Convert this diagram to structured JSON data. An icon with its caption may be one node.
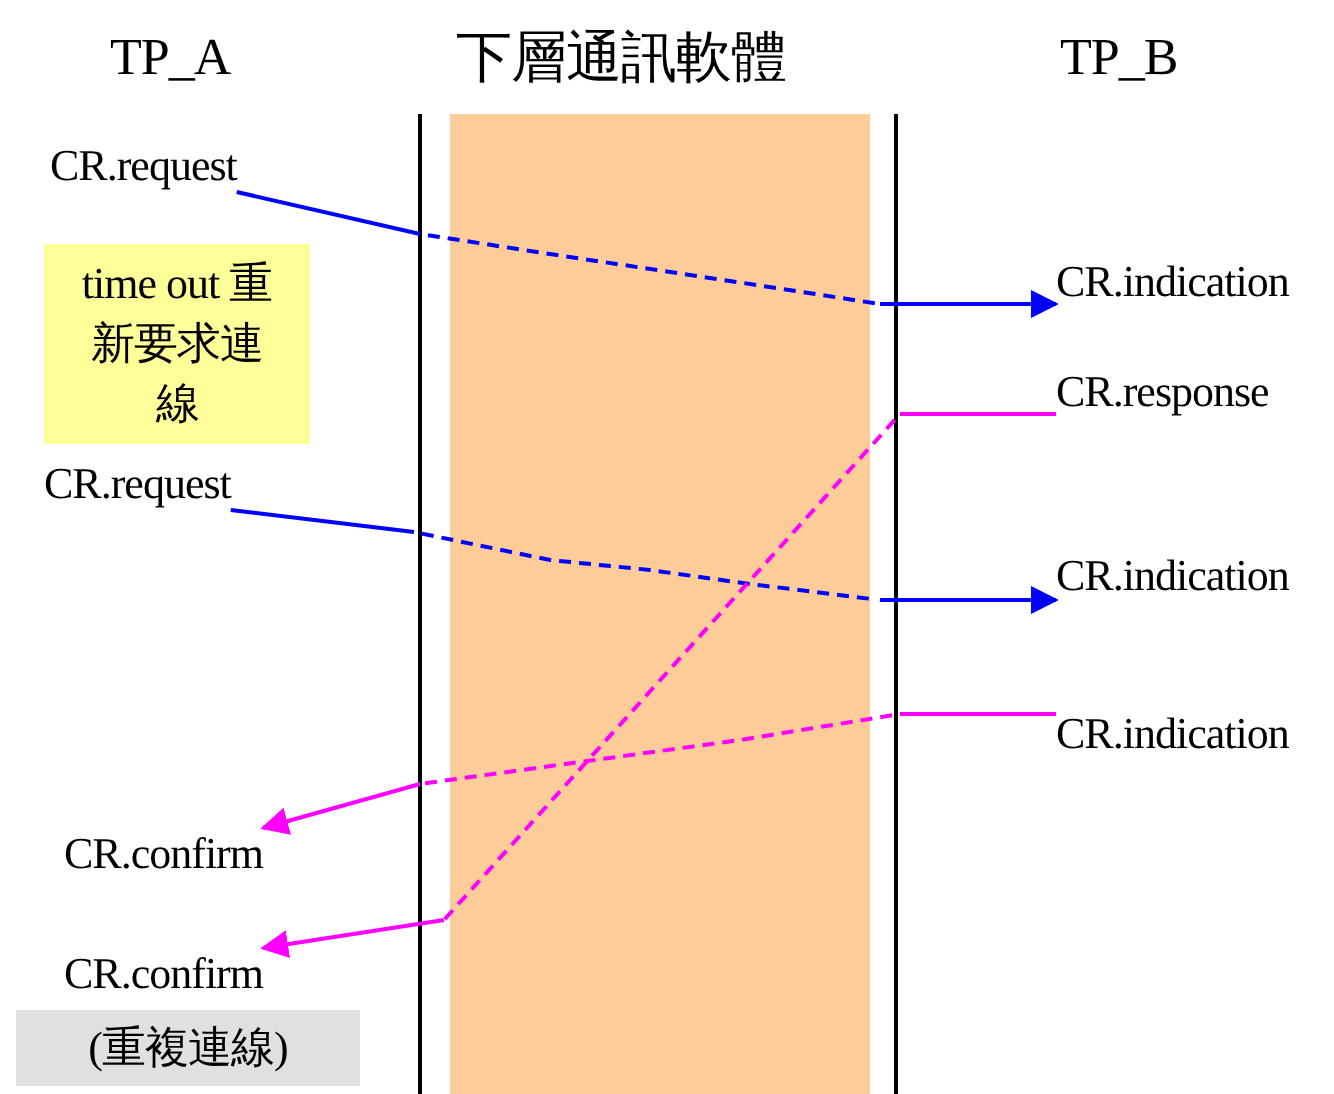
{
  "diagram": {
    "nodes": [
      {
        "text": [
          "CR.request"
        ]
      },
      {
        "text": [
          "time out 重新要求連線"
        ]
      },
      {
        "text": [
          "CR.indication"
        ]
      },
      {
        "text": [
          "CR.response"
        ]
      },
      {
        "text": [
          "CR.request"
        ]
      },
      {
        "text": [
          "CR.indication"
        ]
      },
      {
        "text": [
          "CR.indication"
        ]
      },
      {
        "text": [
          "CR.confirm"
        ]
      },
      {
        "text": [
          "CR.confirm"
        ]
      },
      {
        "text": [
          "(重複連線)"
        ]
      }
    ],
    "edges": [
      {
        "from": 0,
        "to": 2,
        "arrow": "to",
        "color": "#0000ff"
      },
      {
        "from": 4,
        "to": 5,
        "arrow": "to",
        "color": "#0000ff"
      },
      {
        "from": 3,
        "to": 8,
        "arrow": "to",
        "color": "#ff00ff"
      },
      {
        "from": 6,
        "to": 7,
        "arrow": "to",
        "color": "#ff00ff"
      }
    ],
    "labels": [
      "TP_A",
      "下層通訊軟體",
      "TP_B"
    ]
  }
}
